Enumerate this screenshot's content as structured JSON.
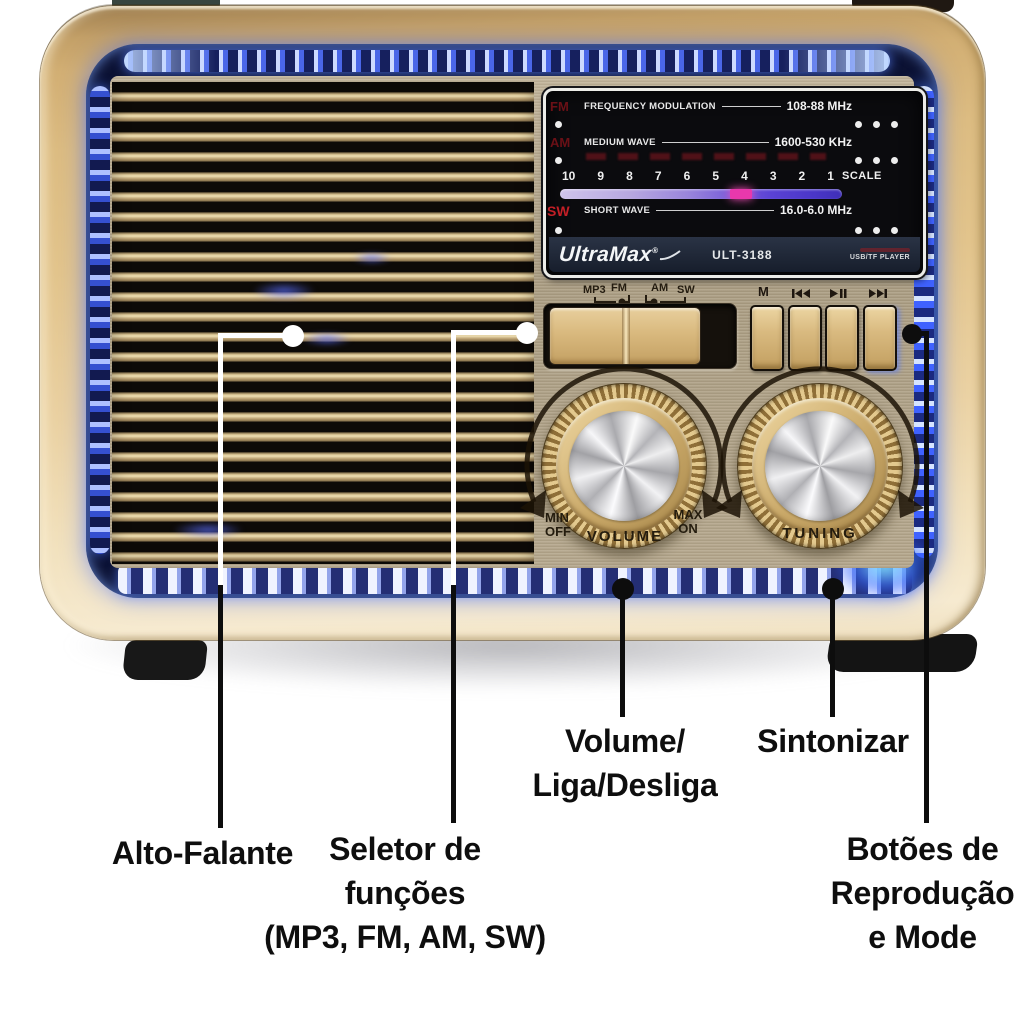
{
  "annotations": {
    "speaker": {
      "label": "Alto-Falante"
    },
    "selector": {
      "line1": "Seletor de",
      "line2": "funções",
      "line3": "(MP3, FM, AM, SW)"
    },
    "volume": {
      "line1": "Volume/",
      "line2": "Liga/Desliga"
    },
    "tuning": {
      "label": "Sintonizar"
    },
    "playback": {
      "line1": "Botões de",
      "line2": "Reprodução",
      "line3": "e Mode"
    }
  },
  "radio": {
    "brand": {
      "name": "UltraMax",
      "reg": "®",
      "model": "ULT-3188",
      "player": "USB/TF PLAYER"
    },
    "dial": {
      "rows": [
        {
          "band": "FM",
          "name": "FREQUENCY MODULATION",
          "range": "108-88 MHz"
        },
        {
          "band": "AM",
          "name": "MEDIUM WAVE",
          "range": "1600-530 KHz"
        },
        {
          "band": "SW",
          "name": "SHORT WAVE",
          "range": "16.0-6.0 MHz"
        }
      ],
      "scale_ticks": [
        "10",
        "9",
        "8",
        "7",
        "6",
        "5",
        "4",
        "3",
        "2",
        "1"
      ],
      "scale_label": "SCALE"
    },
    "selector": {
      "labels": [
        "MP3",
        "FM",
        "AM",
        "SW"
      ]
    },
    "buttons": {
      "mode_label": "M"
    },
    "knobs": {
      "volume": {
        "min": "MIN",
        "off": "OFF",
        "max": "MAX",
        "on": "ON",
        "label": "VOLUME"
      },
      "tuning": {
        "label": "TUNING"
      }
    }
  },
  "colors": {
    "body_gold": "#dcbc82",
    "led_blue": "#3f62ff",
    "needle_pink": "#e838ac",
    "dial_panel": "#0b0b0e",
    "logo_bar": "#1d2532",
    "annotation_text": "#0e0e0e"
  }
}
